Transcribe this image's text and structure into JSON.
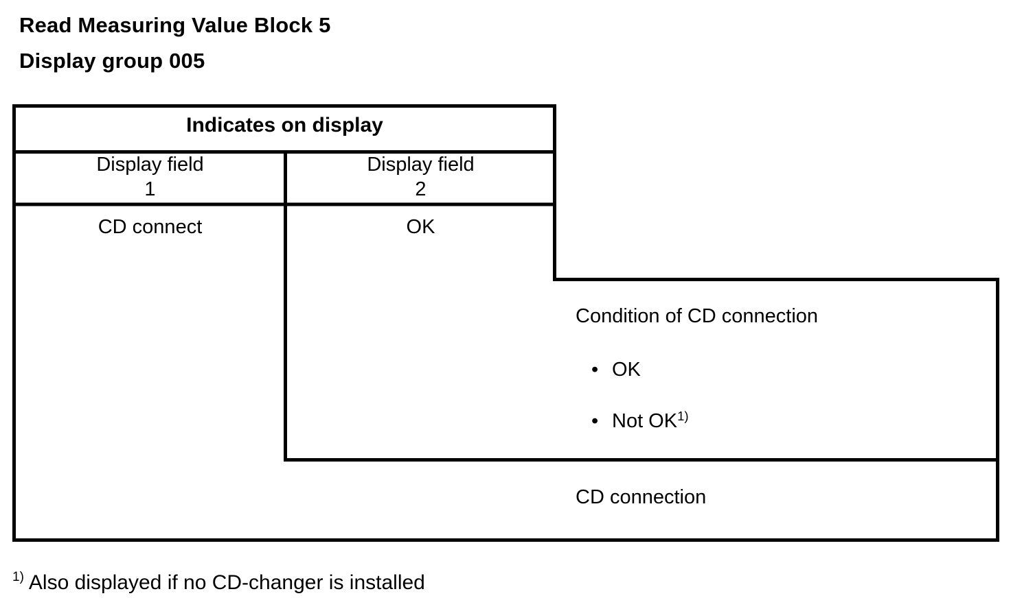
{
  "title": {
    "line1": "Read Measuring Value Block 5",
    "line2": "Display group 005"
  },
  "table": {
    "header": "Indicates on display",
    "columns": [
      {
        "label": "Display field",
        "number": "1",
        "value": "CD connect"
      },
      {
        "label": "Display field",
        "number": "2",
        "value": "OK"
      }
    ]
  },
  "callouts": {
    "field2": {
      "title": "Condition of CD connection",
      "bullet_glyph": "•",
      "bullets": [
        {
          "label": "OK",
          "sup": ""
        },
        {
          "label": "Not OK",
          "sup": "1)"
        }
      ]
    },
    "field1": {
      "title": "CD connection"
    }
  },
  "footnote": {
    "marker": "1)",
    "text": "Also displayed if no CD-changer is installed"
  },
  "colors": {
    "line": "#000000",
    "background": "#ffffff",
    "text": "#000000"
  }
}
